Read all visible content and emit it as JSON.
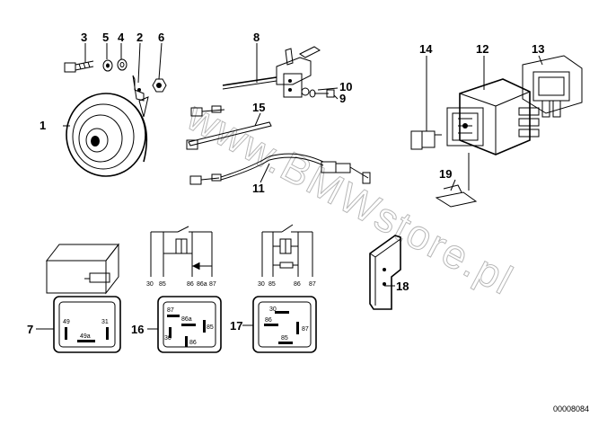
{
  "callouts": [
    "1",
    "2",
    "3",
    "4",
    "5",
    "6",
    "7",
    "8",
    "9",
    "10",
    "11",
    "12",
    "13",
    "14",
    "15",
    "16",
    "17",
    "18",
    "19"
  ],
  "watermark": "www.BMWstore.pl",
  "doc_id": "00008084",
  "relay7_pins": [
    "49",
    "31",
    "49a"
  ],
  "relay16_pins": [
    "87",
    "86a",
    "85",
    "30",
    "86"
  ],
  "relay17_pins": [
    "30",
    "86",
    "87",
    "85"
  ],
  "schematic16_pins": [
    "30",
    "85",
    "86",
    "86a",
    "87"
  ],
  "schematic17_pins": [
    "30",
    "85",
    "86",
    "87"
  ]
}
